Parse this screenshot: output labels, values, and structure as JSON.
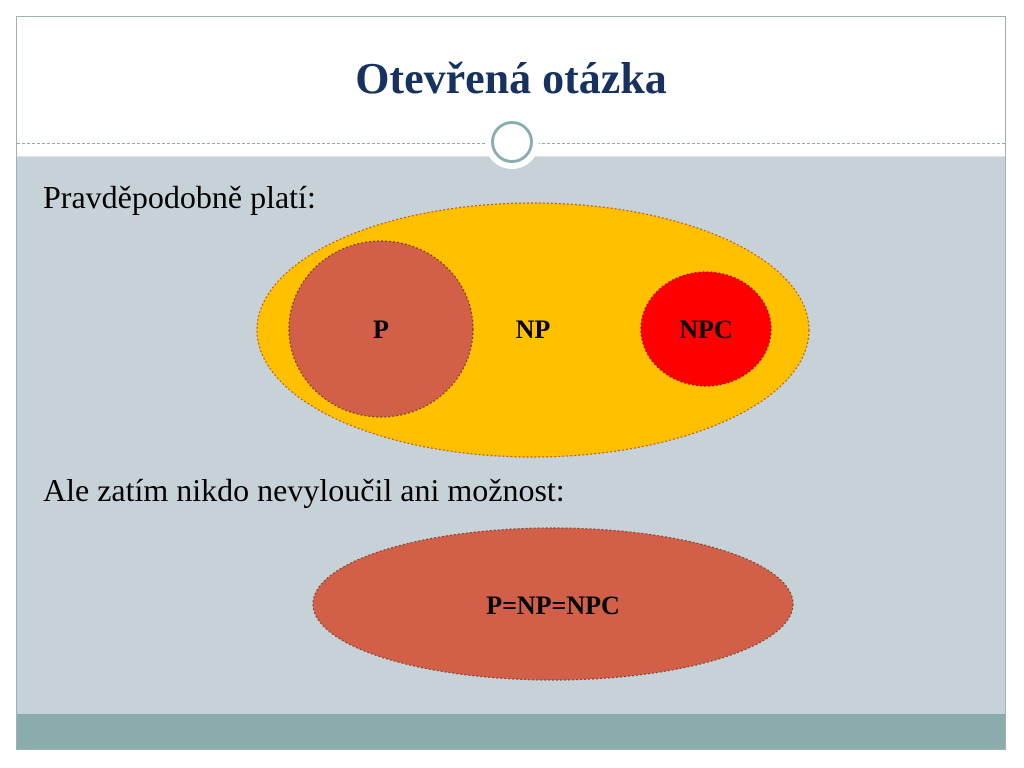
{
  "slide": {
    "title": "Otevřená otázka",
    "line1": "Pravděpodobně platí:",
    "line2": "Ale zatím nikdo nevyloučil ani možnost:"
  },
  "diagram1": {
    "outer_label": "NP",
    "left_label": "P",
    "right_label": "NPC"
  },
  "diagram2": {
    "label": "P=NP=NPC"
  },
  "colors": {
    "title": "#17325f",
    "np_fill": "#ffc000",
    "p_fill": "#d26049",
    "npc_fill": "#ff0000",
    "background": "#c6d2d8",
    "footer": "#8aacad"
  },
  "icons": {
    "ornament": "circle-ring-icon"
  }
}
